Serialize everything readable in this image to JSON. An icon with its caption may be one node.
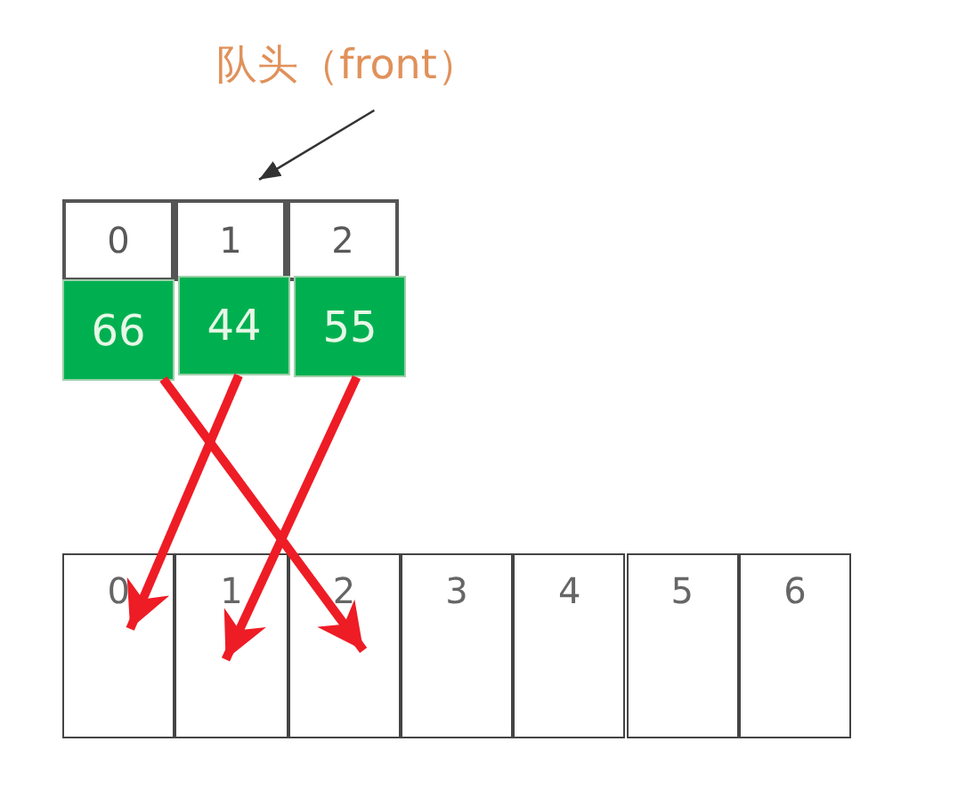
{
  "diagram": {
    "nodes": [
      {
        "text": [
          "队头（front）"
        ]
      },
      {
        "text": [
          "0"
        ]
      },
      {
        "text": [
          "1"
        ]
      },
      {
        "text": [
          "2"
        ]
      },
      {
        "text": [
          "66"
        ]
      },
      {
        "text": [
          "44"
        ]
      },
      {
        "text": [
          "55"
        ]
      },
      {
        "text": [
          "0"
        ]
      },
      {
        "text": [
          "1"
        ]
      },
      {
        "text": [
          "2"
        ]
      },
      {
        "text": [
          "3"
        ]
      },
      {
        "text": [
          "4"
        ]
      },
      {
        "text": [
          "5"
        ]
      },
      {
        "text": [
          "6"
        ]
      }
    ],
    "edges": [
      {
        "from": 0,
        "to": 2,
        "arrow": "to",
        "color": "#333333"
      },
      {
        "from": 4,
        "to": 9,
        "arrow": "to"
      },
      {
        "from": 5,
        "to": 7,
        "arrow": "to"
      },
      {
        "from": 6,
        "to": 8,
        "arrow": "to"
      }
    ]
  }
}
